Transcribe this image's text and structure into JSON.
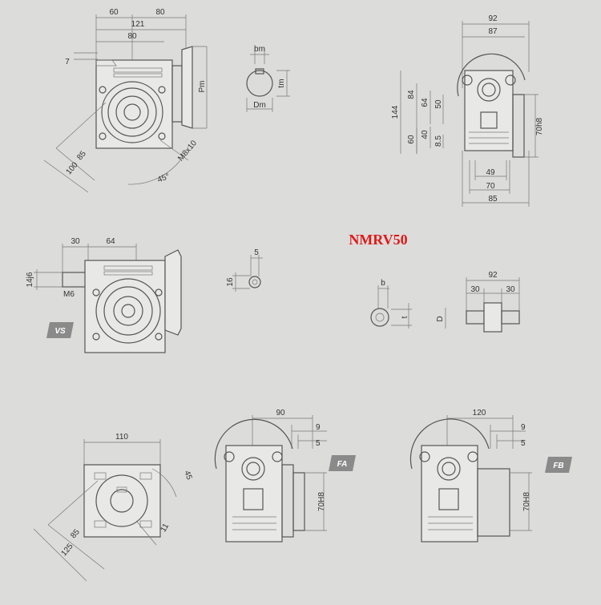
{
  "title": "NMRV50",
  "badges": {
    "vs": "VS",
    "fa": "FA",
    "fb": "FB"
  },
  "view_main": {
    "dims": [
      "60",
      "80",
      "121",
      "80",
      "7",
      "Pm",
      "85",
      "100",
      "M8x10",
      "45°"
    ]
  },
  "view_shaft_key": {
    "dims": [
      "bm",
      "tm",
      "Dm"
    ]
  },
  "view_side": {
    "dims": [
      "92",
      "87",
      "144",
      "84",
      "64",
      "50",
      "60",
      "40",
      "8.5",
      "70h8",
      "49",
      "70",
      "85"
    ]
  },
  "view_vs": {
    "dims": [
      "30",
      "64",
      "14j6",
      "M6"
    ]
  },
  "view_vs_key": {
    "dims": [
      "5",
      "16"
    ]
  },
  "view_hollow": {
    "dims": [
      "b",
      "t",
      "D"
    ]
  },
  "view_double": {
    "dims": [
      "92",
      "30",
      "30"
    ]
  },
  "view_flange": {
    "dims": [
      "110",
      "45",
      "85",
      "125",
      "11"
    ]
  },
  "view_fa": {
    "dims": [
      "90",
      "9",
      "5",
      "70H8"
    ]
  },
  "view_fb": {
    "dims": [
      "120",
      "9",
      "5",
      "70H8"
    ]
  }
}
